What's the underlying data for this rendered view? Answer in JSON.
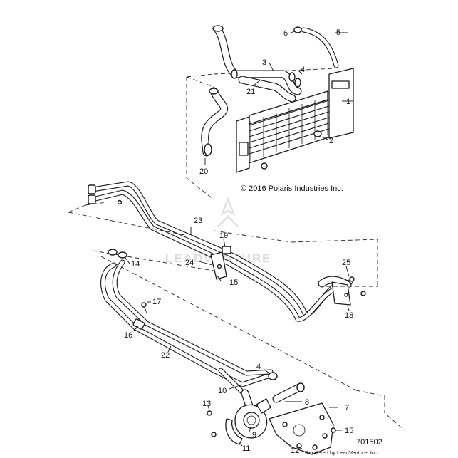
{
  "copyright": "© 2016 Polaris Industries Inc.",
  "diagram_number": "701502",
  "rendered_by": "Rendered by LeadVenture, Inc.",
  "watermark": "LEADVENTURE",
  "callouts": {
    "c1": "1",
    "c2": "2",
    "c3": "3",
    "c4a": "4",
    "c4b": "4",
    "c5": "5",
    "c6": "6",
    "c7": "7",
    "c8": "8",
    "c9": "9",
    "c10": "10",
    "c11": "11",
    "c12": "12",
    "c13": "13",
    "c14": "14",
    "c15a": "15",
    "c15b": "15",
    "c16": "16",
    "c17": "17",
    "c18": "18",
    "c19": "19",
    "c20": "20",
    "c21": "21",
    "c22": "22",
    "c23": "23",
    "c24": "24",
    "c25": "25"
  }
}
